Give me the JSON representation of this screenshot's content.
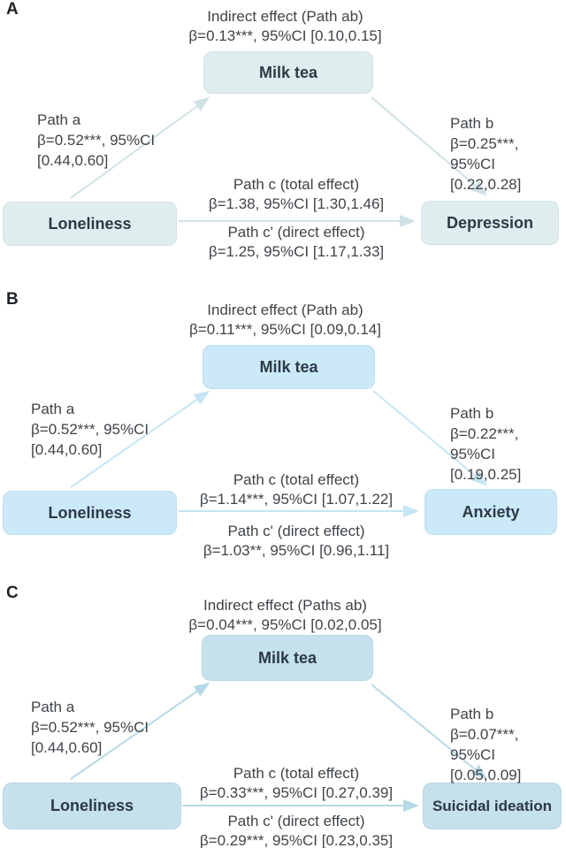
{
  "figure": {
    "title": "Mediation models of milk tea consumption between loneliness and mental health outcomes",
    "chart_data": {
      "type": "diagram",
      "model": "mediation",
      "panels": [
        "A",
        "B",
        "C"
      ]
    },
    "panels": [
      {
        "label": "A",
        "indirect_title": "Indirect effect (Path ab)",
        "indirect_stat": "β=0.13***, 95%CI [0.10,0.15]",
        "mediator": "Milk tea",
        "predictor": "Loneliness",
        "outcome": "Depression",
        "path_a": {
          "name": "Path a",
          "stat": "β=0.52***, 95%CI",
          "ci": "[0.44,0.60]"
        },
        "path_b": {
          "name": "Path b",
          "stat": "β=0.25***, 95%CI",
          "ci": "[0.22,0.28]"
        },
        "path_c": {
          "name": "Path c (total effect)",
          "stat": "β=1.38, 95%CI [1.30,1.46]"
        },
        "path_c_prime": {
          "name": "Path c' (direct effect)",
          "stat": "β=1.25, 95%CI [1.17,1.33]"
        },
        "box_color": "#e0edef",
        "arrow_color": "#cfe2e6"
      },
      {
        "label": "B",
        "indirect_title": "Indirect effect (Path ab)",
        "indirect_stat": "β=0.11***, 95%CI [0.09,0.14]",
        "mediator": "Milk tea",
        "predictor": "Loneliness",
        "outcome": "Anxiety",
        "path_a": {
          "name": "Path a",
          "stat": "β=0.52***, 95%CI",
          "ci": "[0.44,0.60]"
        },
        "path_b": {
          "name": "Path b",
          "stat": "β=0.22***, 95%CI",
          "ci": "[0.19,0.25]"
        },
        "path_c": {
          "name": "Path c (total effect)",
          "stat": "β=1.14***, 95%CI [1.07,1.22]"
        },
        "path_c_prime": {
          "name": "Path c' (direct effect)",
          "stat": "β=1.03**, 95%CI [0.96,1.11]"
        },
        "box_color": "#cbe9f8",
        "arrow_color": "#c6e5f3"
      },
      {
        "label": "C",
        "indirect_title": "Indirect effect (Paths ab)",
        "indirect_stat": "β=0.04***, 95%CI [0.02,0.05]",
        "mediator": "Milk tea",
        "predictor": "Loneliness",
        "outcome": "Suicidal ideation",
        "path_a": {
          "name": "Path a",
          "stat": "β=0.52***, 95%CI",
          "ci": "[0.44,0.60]"
        },
        "path_b": {
          "name": "Path b",
          "stat": "β=0.07***, 95%CI",
          "ci": "[0.05,0.09]"
        },
        "path_c": {
          "name": "Path c (total effect)",
          "stat": "β=0.33***, 95%CI [0.27,0.39]"
        },
        "path_c_prime": {
          "name": "Path c' (direct effect)",
          "stat": "β=0.29***, 95%CI [0.23,0.35]"
        },
        "box_color": "#c5e1eb",
        "arrow_color": "#b7d9e7"
      }
    ]
  }
}
